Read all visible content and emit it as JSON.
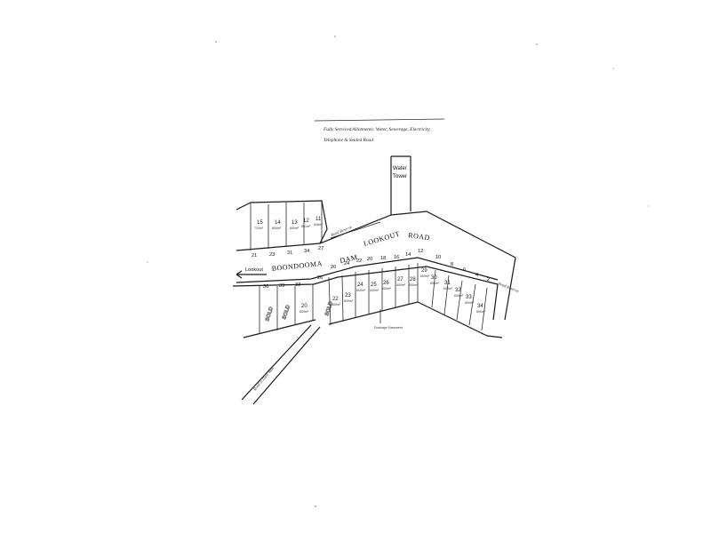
{
  "notes": {
    "line1": "Fully Serviced Allotments: Water, Sewerage, Electricity,",
    "line2": "Telephone & Sealed Road"
  },
  "water_tower": {
    "line1": "Water",
    "line2": "Tower"
  },
  "roads": {
    "boondooma": "BOONDOOMA",
    "dam": "DAM",
    "lookout": "LOOKOUT",
    "road": "ROAD",
    "lookout_arrow": "Lookout",
    "road_to_dam_wall": "Road to Dam Wall",
    "road_reserve_top": "Road Reserve",
    "road_reserve_right": "Road Reserve"
  },
  "lots_north": [
    {
      "num": "15",
      "area": "710m²"
    },
    {
      "num": "14",
      "area": "600m²"
    },
    {
      "num": "13",
      "area": "600m²"
    },
    {
      "num": "12",
      "area": "561m²"
    },
    {
      "num": "11",
      "area": "546m²"
    }
  ],
  "frontage_numbers_top": [
    "21",
    "23",
    "31",
    "34",
    "27"
  ],
  "frontage_numbers_mid": [
    "26",
    "24",
    "22",
    "20",
    "18",
    "16",
    "14",
    "12",
    "10",
    "8",
    "6",
    "4",
    "2"
  ],
  "frontage_numbers_bottom": [
    "36",
    "39",
    "33",
    "26"
  ],
  "lots_south_west": [
    {
      "num": "SOLD",
      "area": ""
    },
    {
      "num": "SOLD",
      "area": ""
    },
    {
      "num": "20",
      "area": "600m²"
    }
  ],
  "lots_south": [
    {
      "num": "SOLD",
      "area": ""
    },
    {
      "num": "22",
      "area": "600m²"
    },
    {
      "num": "23",
      "area": "600m²"
    },
    {
      "num": "24",
      "area": "600m²"
    },
    {
      "num": "25",
      "area": "600m²"
    },
    {
      "num": "26",
      "area": "600m²"
    },
    {
      "num": "27",
      "area": "600m²"
    },
    {
      "num": "28",
      "area": "600m²"
    },
    {
      "num": "29",
      "area": "600m²"
    },
    {
      "num": "30",
      "area": "600m²"
    },
    {
      "num": "31",
      "area": "600m²"
    },
    {
      "num": "32",
      "area": "600m²"
    },
    {
      "num": "33",
      "area": "600m²"
    },
    {
      "num": "34",
      "area": "600m²"
    }
  ],
  "drainage": "Drainage Easement",
  "colors": {
    "ink": "#1a1a1a",
    "paper": "#ffffff"
  }
}
